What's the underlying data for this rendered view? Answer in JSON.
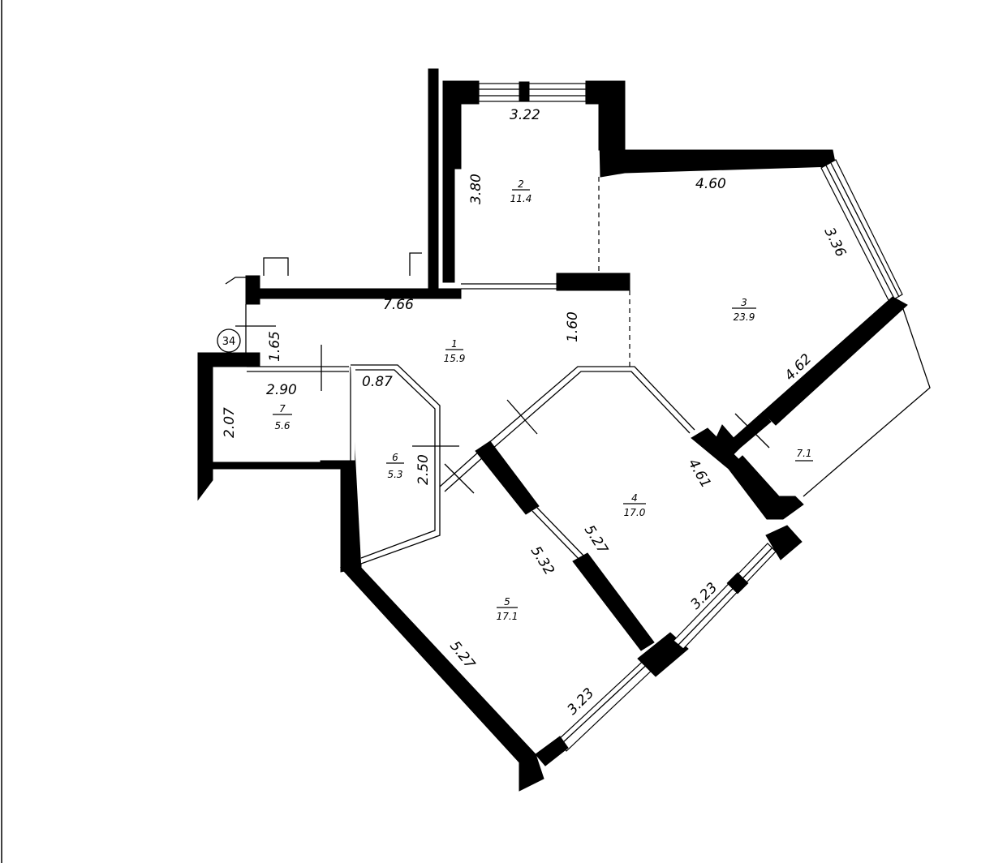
{
  "axis_marker": "34",
  "rooms": [
    {
      "number": "1",
      "area": "15.9"
    },
    {
      "number": "2",
      "area": "11.4"
    },
    {
      "number": "3",
      "area": "23.9"
    },
    {
      "number": "4",
      "area": "17.0"
    },
    {
      "number": "5",
      "area": "17.1"
    },
    {
      "number": "6",
      "area": "5.3"
    },
    {
      "number": "7",
      "area": "5.6"
    }
  ],
  "loggia_area": "7.1",
  "dimensions": {
    "d322": "3.22",
    "d380": "3.80",
    "d460": "4.60",
    "d336": "3.36",
    "d766": "7.66",
    "d160": "1.60",
    "d165": "1.65",
    "d462": "4.62",
    "d290": "2.90",
    "d087": "0.87",
    "d207": "2.07",
    "d250": "2.50",
    "d461": "4.61",
    "d527a": "5.27",
    "d532": "5.32",
    "d323a": "3.23",
    "d527b": "5.27",
    "d323b": "3.23"
  }
}
